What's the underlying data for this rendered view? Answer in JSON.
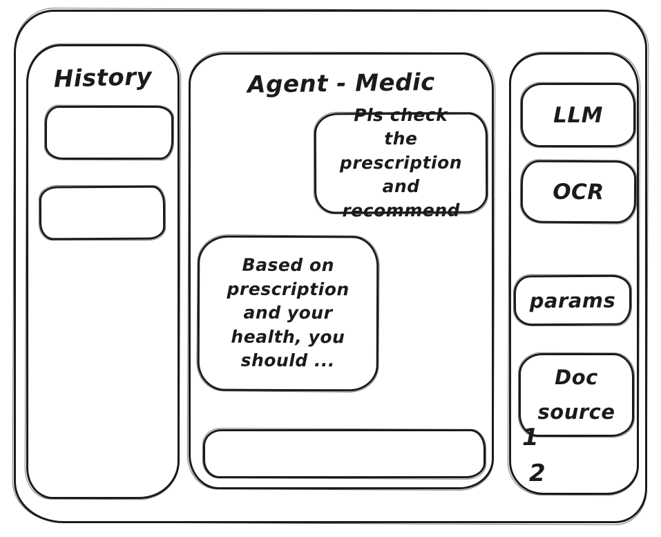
{
  "colors": {
    "stroke": "#1b1b1b",
    "background": "#ffffff"
  },
  "left_sidebar": {
    "title": "History",
    "items": [
      {
        "label": ""
      },
      {
        "label": ""
      }
    ]
  },
  "chat": {
    "title": "Agent - Medic",
    "messages": [
      {
        "role": "user",
        "text": "Pls check the prescription and recommend"
      },
      {
        "role": "agent",
        "text": "Based on prescription and your health, you should ..."
      }
    ],
    "input": {
      "value": "",
      "placeholder": ""
    }
  },
  "right_sidebar": {
    "buttons": [
      {
        "label": "LLM"
      },
      {
        "label": "OCR"
      },
      {
        "label": "params"
      },
      {
        "label": "Doc source"
      }
    ],
    "doc_source_list": [
      {
        "label": "1"
      },
      {
        "label": "2"
      }
    ]
  }
}
